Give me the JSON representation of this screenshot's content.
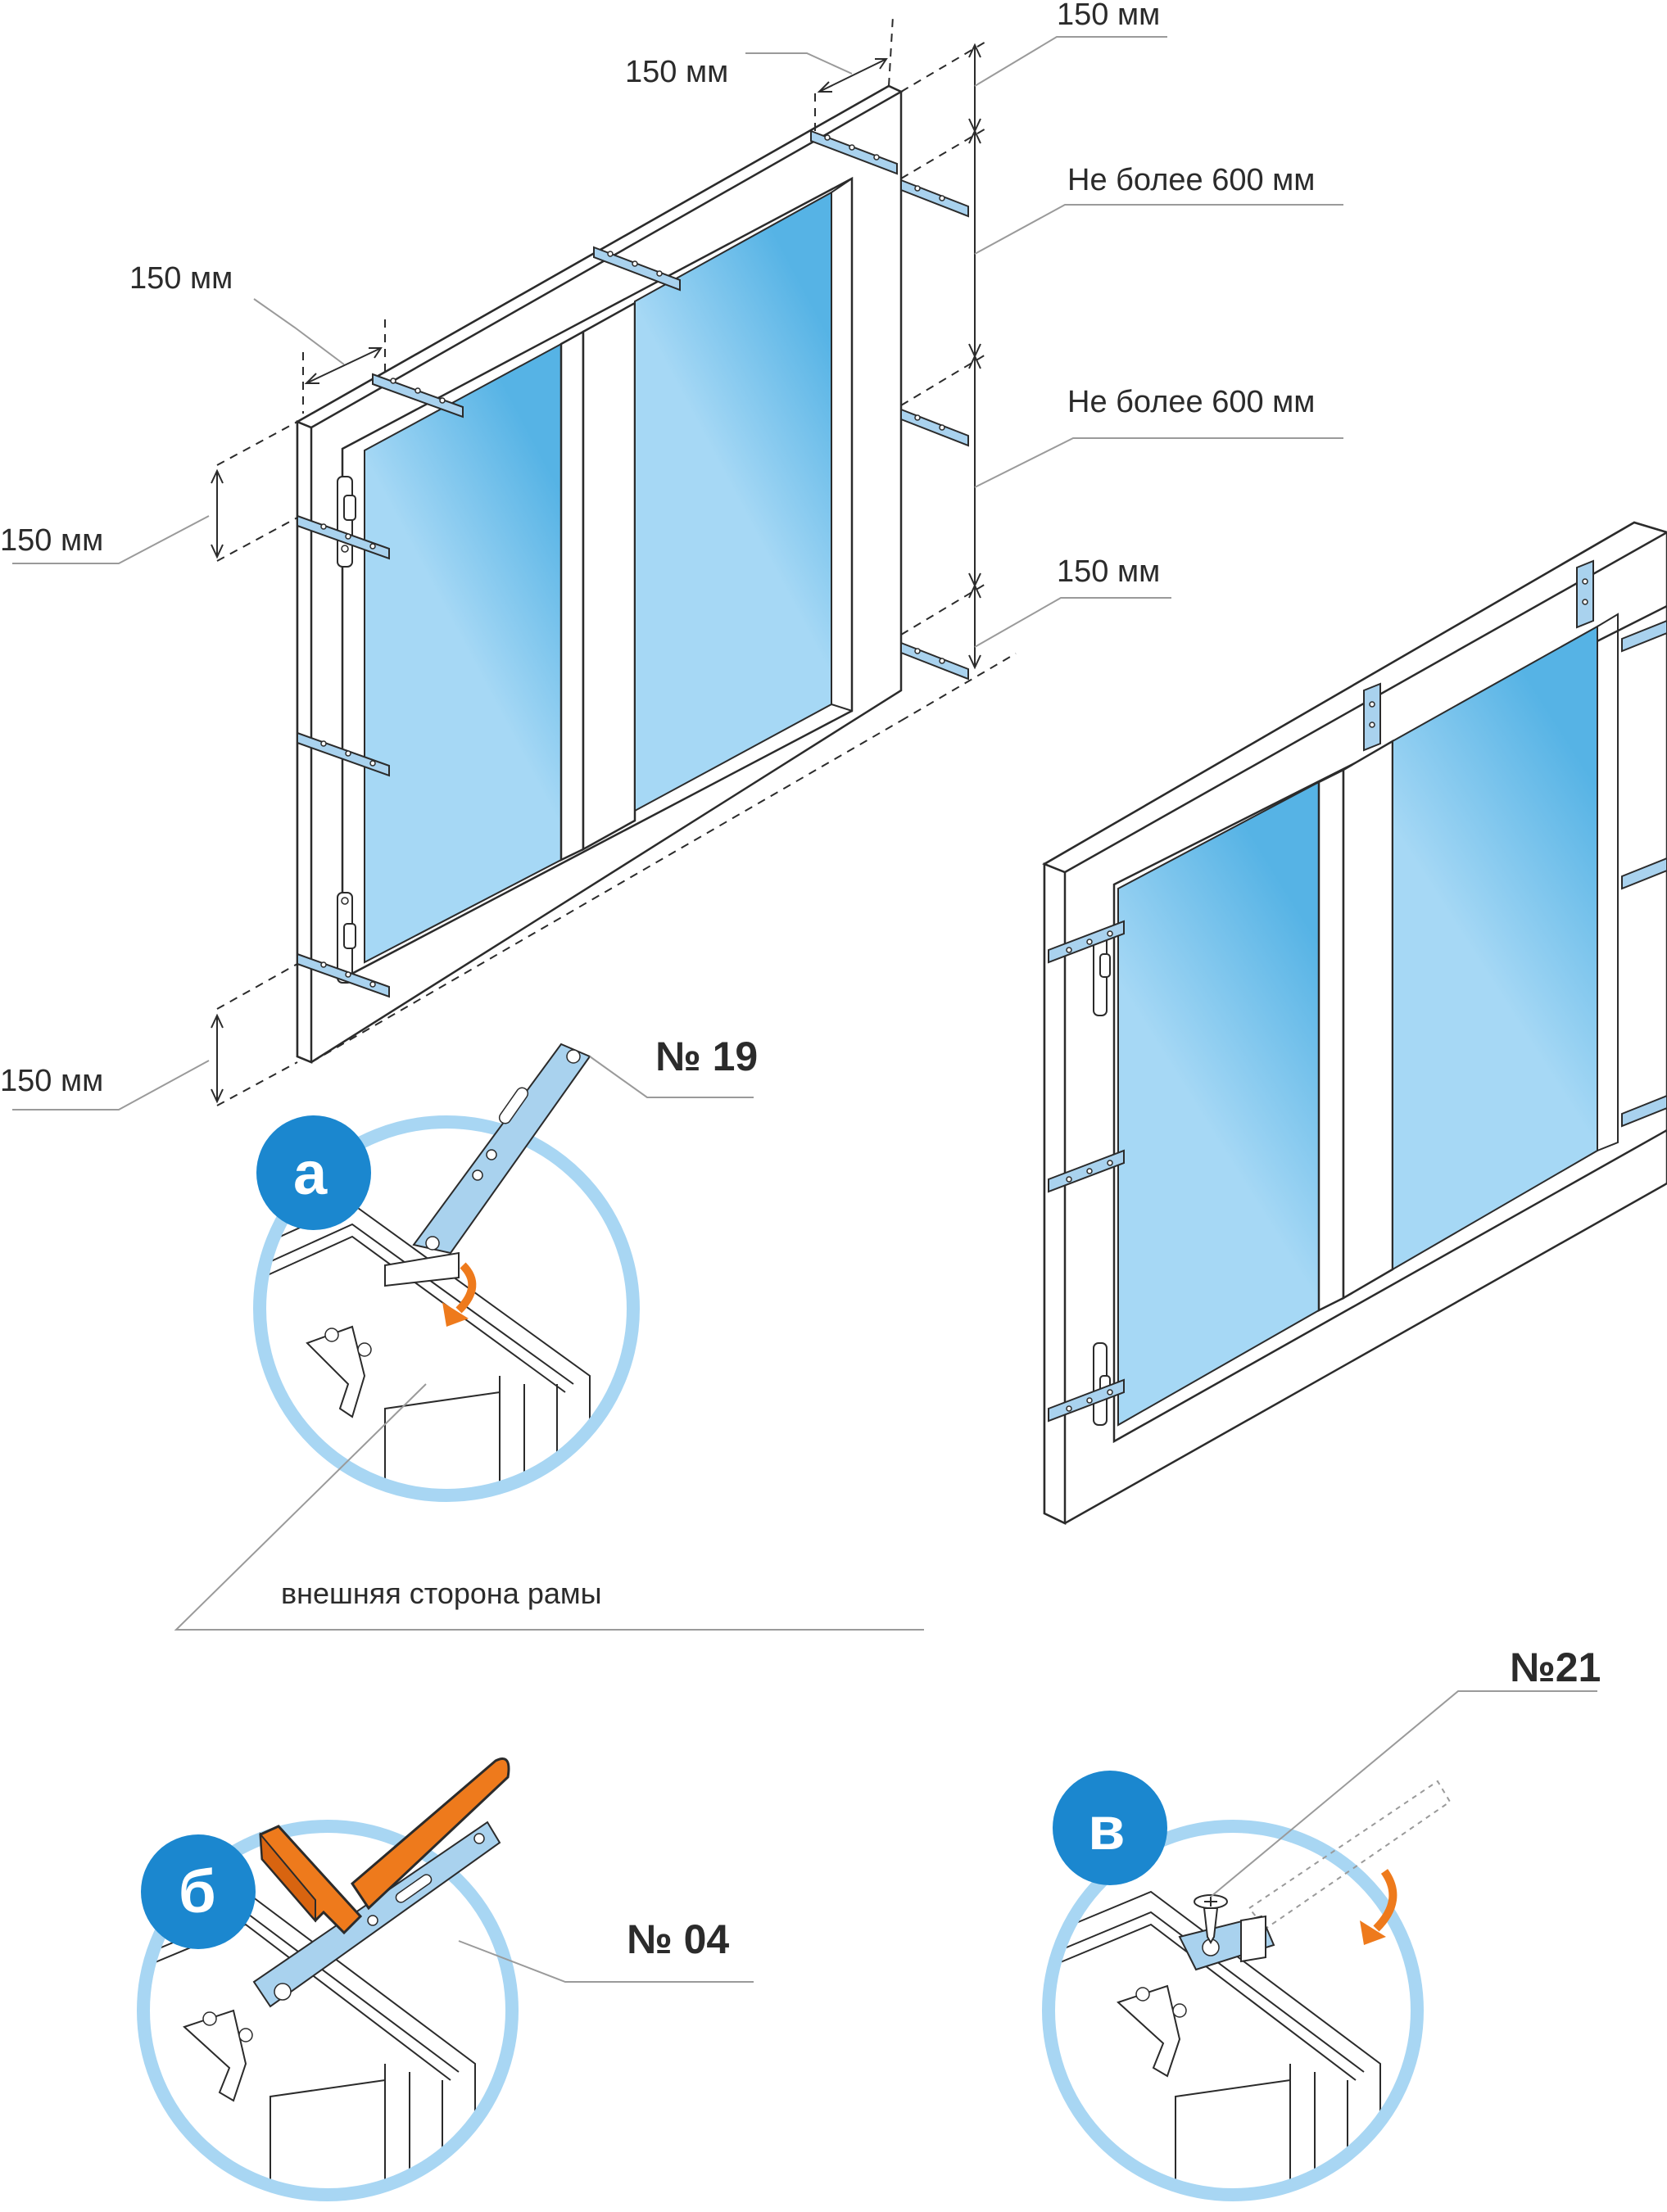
{
  "dimensions": {
    "top_right_edge": "150 мм",
    "top_left_offset": "150 мм",
    "span_upper": "Не более 600 мм",
    "span_lower": "Не более 600 мм",
    "bottom_right_edge": "150 мм",
    "top_left_corner": "150 мм",
    "left_top": "150 мм",
    "left_bottom": "150 мм"
  },
  "details": {
    "a": {
      "badge": "а",
      "part_number": "№ 19"
    },
    "b": {
      "badge": "б",
      "part_number": "№ 04"
    },
    "v": {
      "badge": "в",
      "part_number": "№21"
    }
  },
  "caption_outer_side": "внешняя сторона рамы",
  "colors": {
    "glass_light": "#a6d8f5",
    "glass_dark": "#56b3e5",
    "plate": "#a9d2ee",
    "badge": "#1b87cf",
    "detail_circle": "#a8d6f3",
    "arrow": "#ee7a1c",
    "hammer_head": "#ee7a1c",
    "hammer_handle": "#ee7a1c"
  },
  "icons": [
    "hammer-icon",
    "screw-icon",
    "rotate-arrow-icon"
  ]
}
